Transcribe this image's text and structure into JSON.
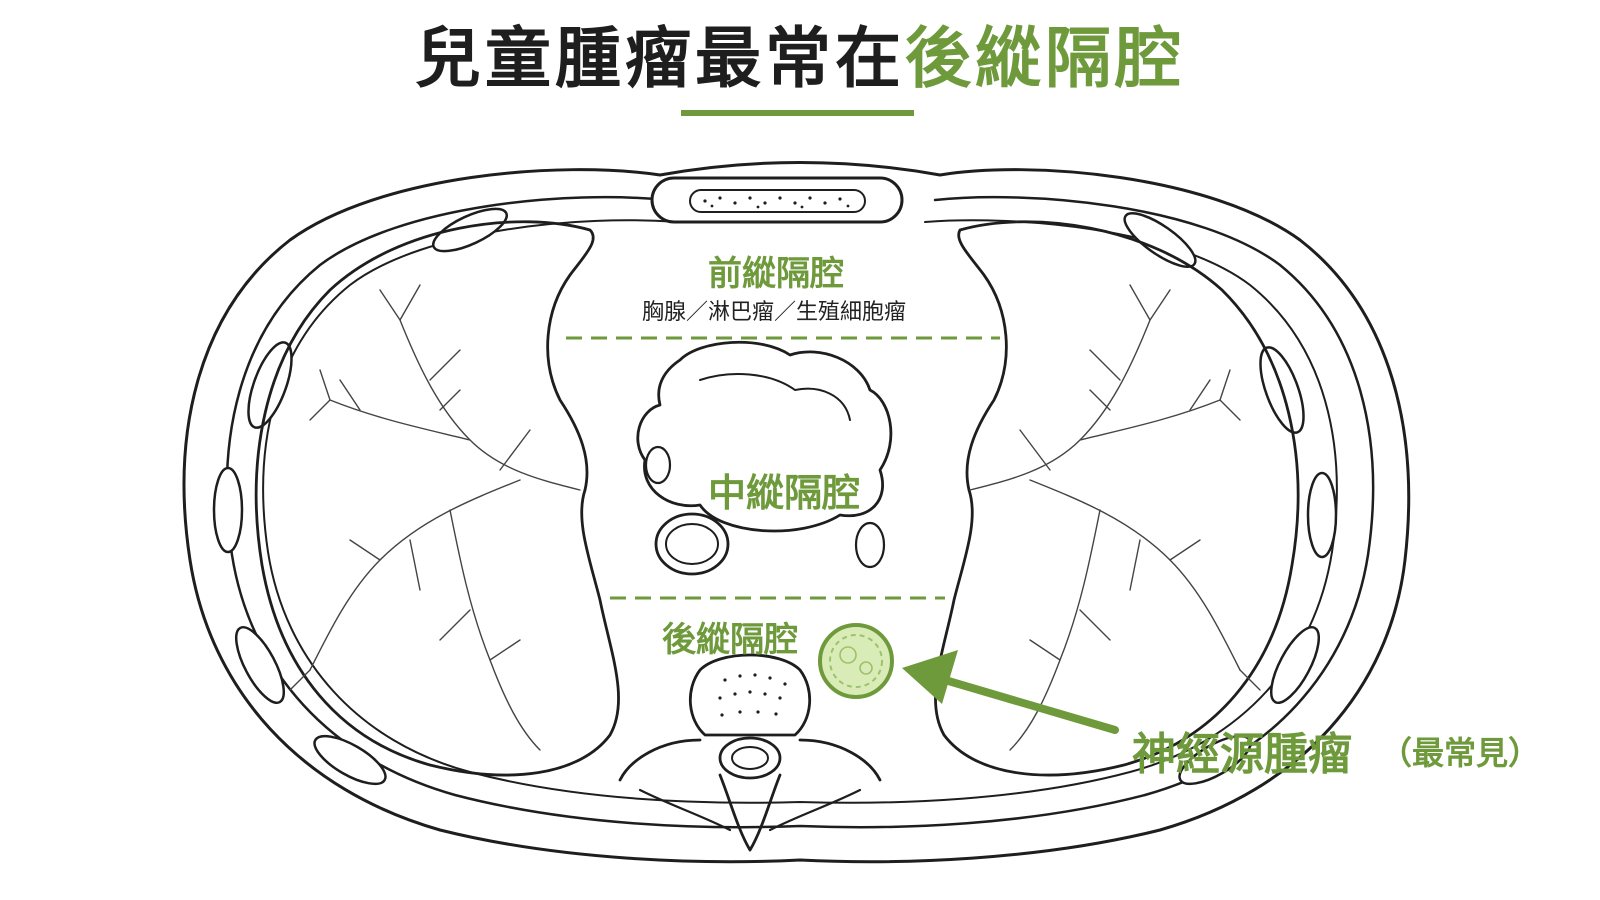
{
  "title": {
    "main": "兒童腫瘤最常在",
    "highlight": "後縱隔腔"
  },
  "labels": {
    "anterior": "前縱隔腔",
    "anterior_contents": "胸腺／淋巴瘤／生殖細胞瘤",
    "middle": "中縱隔腔",
    "posterior": "後縱隔腔",
    "tumor": "神經源腫瘤",
    "tumor_note": "（最常見）"
  },
  "colors": {
    "accent": "#6e9a3c",
    "line": "#1e1e1e",
    "tumor_fill": "#d9ecb8"
  }
}
